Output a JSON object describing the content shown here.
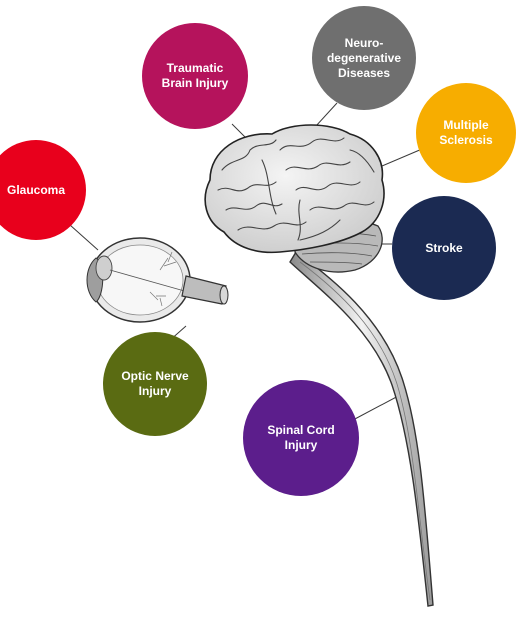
{
  "nodes": [
    {
      "id": "traumatic-brain-injury",
      "label": "Traumatic\nBrain Injury",
      "color": "#b5135c"
    },
    {
      "id": "neurodegenerative-diseases",
      "label": "Neuro-\ndegenerative\nDiseases",
      "color": "#6f6f6f"
    },
    {
      "id": "multiple-sclerosis",
      "label": "Multiple\nSclerosis",
      "color": "#f7ad00"
    },
    {
      "id": "glaucoma",
      "label": "Glaucoma",
      "color": "#e8001c"
    },
    {
      "id": "stroke",
      "label": "Stroke",
      "color": "#1b2a52"
    },
    {
      "id": "optic-nerve-injury",
      "label": "Optic Nerve\nInjury",
      "color": "#5a6b12"
    },
    {
      "id": "spinal-cord-injury",
      "label": "Spinal Cord\nInjury",
      "color": "#5c1e8c"
    }
  ],
  "icons": [
    "brain-illustration",
    "spinal-cord-illustration",
    "eye-illustration"
  ]
}
